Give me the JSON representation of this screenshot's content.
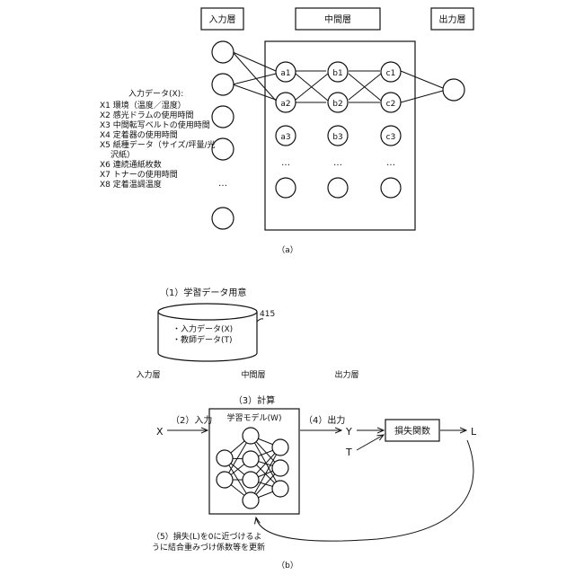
{
  "part_a": {
    "header_input": "入力層",
    "header_hidden": "中間層",
    "header_output": "出力層",
    "input_data_title": "入力データ(X):",
    "input_list": [
      "X1 環境（温度／湿度）",
      "X2 感光ドラムの使用時間",
      "X3 中間転写ベルトの使用時間",
      "X4 定着器の使用時間",
      "X5 紙種データ（サイズ/坪量/光",
      "沢紙）",
      "X6 連続通紙枚数",
      "X7 トナーの使用時間",
      "X8 定着温調温度"
    ],
    "input_ellipsis": "…",
    "hidden_nodes": [
      "a1",
      "b1",
      "c1",
      "a2",
      "b2",
      "c2",
      "a3",
      "b3",
      "c3"
    ],
    "hidden_ellipsis": "…",
    "caption": "（a）"
  },
  "part_b": {
    "step1": "（1）学習データ用意",
    "db_line1": "・入力データ(X)",
    "db_line2": "・教師データ(T)",
    "db_ref": "415",
    "label_input_layer": "入力層",
    "label_hidden_layer": "中間層",
    "label_output_layer": "出力層",
    "step3": "（3）計算",
    "model_title": "学習モデル(W)",
    "x_label": "X",
    "step2": "（2）入力",
    "step4": "（4）出力",
    "y_label": "Y",
    "t_label": "T",
    "loss_box": "損失関数",
    "l_label": "L",
    "step5_line1": "（5）損失(L)を0に近づけるよ",
    "step5_line2": "うに結合重みづけ係数等を更新",
    "caption": "（b）"
  }
}
